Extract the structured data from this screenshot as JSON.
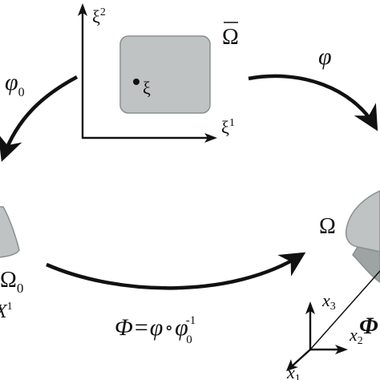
{
  "colors": {
    "region_fill": "#bfc3c3",
    "region_stroke": "#8a8f8f",
    "region_dark": "#9ea3a3",
    "ink": "#111111"
  },
  "parametric_domain": {
    "axis_vertical": "ξ",
    "axis_vertical_sup": "2",
    "axis_horizontal": "ξ",
    "axis_horizontal_sup": "1",
    "region_label": "Ω",
    "point_label": "ξ"
  },
  "reference_config": {
    "region_label": "Ω",
    "region_label_sub": "0",
    "axis_label": "X",
    "axis_label_sup": "1"
  },
  "current_config": {
    "region_label": "Ω",
    "axis_x3": "x",
    "axis_x3_sub": "3",
    "axis_x2": "x",
    "axis_x2_sub": "2",
    "axis_x1": "x",
    "axis_x1_sub": "1",
    "edge_label": "Φ"
  },
  "maps": {
    "phi0_symbol": "φ",
    "phi0_sub": "0",
    "phi_symbol": "φ",
    "composition": {
      "lhs": "Φ",
      "eq": "=",
      "phi": "φ",
      "circ": "∘",
      "phi0": "φ",
      "phi0_sub": "0",
      "phi0_sup": "-1"
    }
  }
}
